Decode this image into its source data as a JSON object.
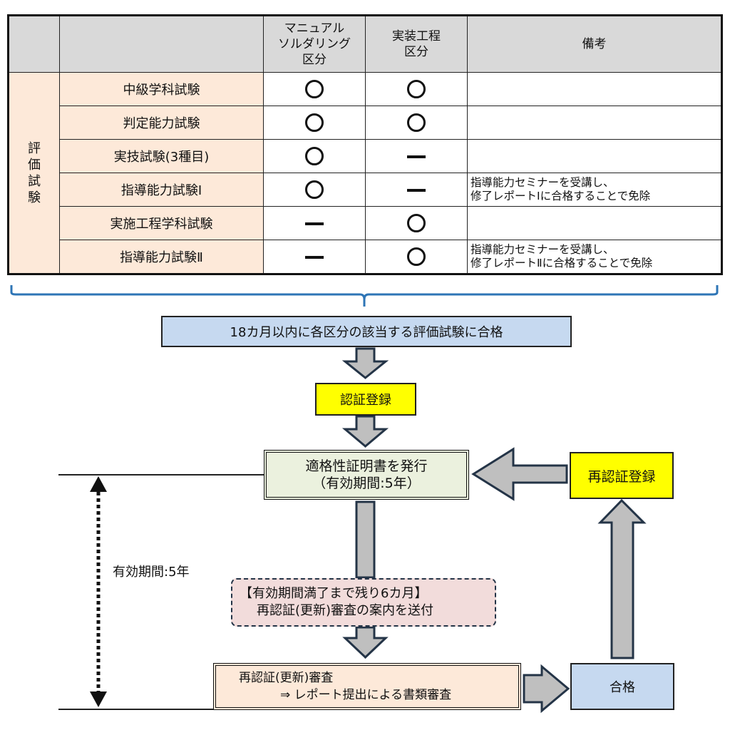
{
  "table": {
    "headers": {
      "blank1": "",
      "blank2": "",
      "col_manual": [
        "マニュアル",
        "ソルダリング",
        "区分"
      ],
      "col_process": [
        "実装工程",
        "区分"
      ],
      "col_notes": "備考"
    },
    "category_label": [
      "評",
      "価",
      "試",
      "験"
    ],
    "rows": [
      {
        "name": "中級学科試験",
        "manual": "circle",
        "process": "circle",
        "note": []
      },
      {
        "name": "判定能力試験",
        "manual": "circle",
        "process": "circle",
        "note": []
      },
      {
        "name": "実技試験(3種目)",
        "manual": "circle",
        "process": "dash",
        "note": []
      },
      {
        "name": "指導能力試験Ⅰ",
        "manual": "circle",
        "process": "dash",
        "note": [
          "指導能力セミナーを受講し、",
          "修了レポートⅠに合格することで免除"
        ]
      },
      {
        "name": "実施工程学科試験",
        "manual": "dash",
        "process": "circle",
        "note": []
      },
      {
        "name": "指導能力試験Ⅱ",
        "manual": "dash",
        "process": "circle",
        "note": [
          "指導能力セミナーを受講し、",
          "修了レポートⅡに合格することで免除"
        ]
      }
    ]
  },
  "flow": {
    "pass_exams": "18カ月以内に各区分の該当する評価試験に合格",
    "cert_registration": "認証登録",
    "issue_cert": [
      "適格性証明書を発行",
      "（有効期間:5年）"
    ],
    "recert_registration": "再認証登録",
    "validity_label": "有効期間:5年",
    "notice": [
      "【有効期間満了まで残り6カ月】",
      "再認証(更新)審査の案内を送付"
    ],
    "review": [
      "再認証(更新)審査",
      "⇒  レポート提出による書類審査"
    ],
    "passed": "合格"
  },
  "colors": {
    "header_gray": "#d9d9d9",
    "peach": "#fde9d9",
    "blue_box": "#c6d9f0",
    "yellow_box": "#ffff00",
    "cert_box": "#ebf1de",
    "notice_box": "#f2dcdb",
    "arrow_fill": "#bfbfbf",
    "arrow_stroke": "#243447",
    "brace": "#2e75b6"
  }
}
